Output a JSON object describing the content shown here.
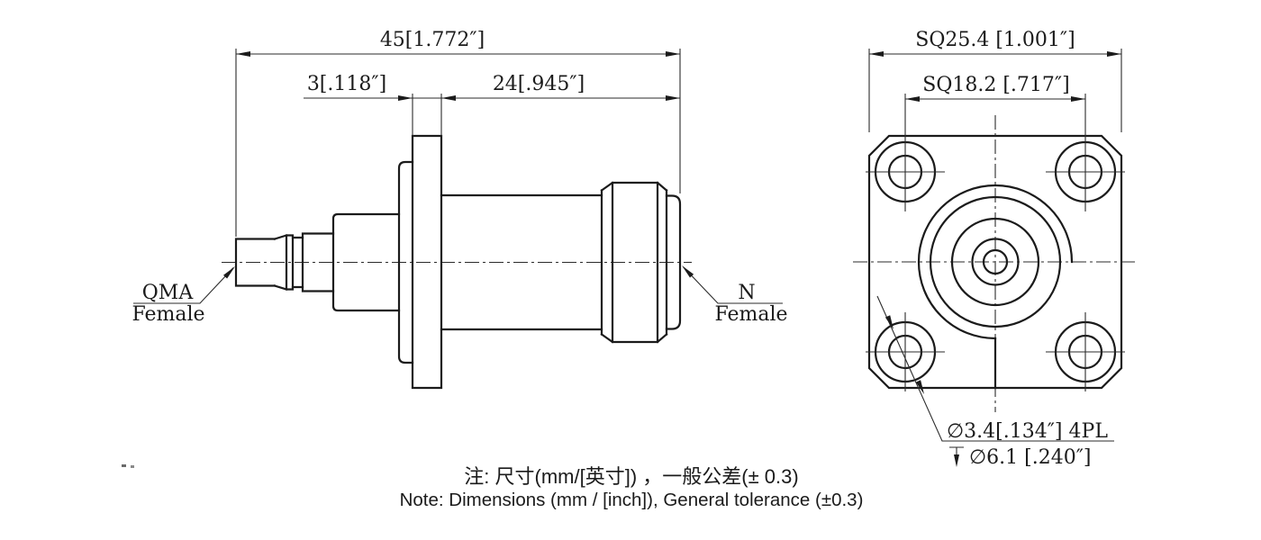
{
  "side_view": {
    "dim_overall": "45[1.772″]",
    "dim_flange_thickness": "3[.118″]",
    "dim_coupling_length": "24[.945″]",
    "left_connector": {
      "line1": "QMA",
      "line2": "Female"
    },
    "right_connector": {
      "line1": "N",
      "line2": "Female"
    }
  },
  "front_view": {
    "dim_flange_square": "SQ25.4 [1.001″]",
    "dim_hole_pattern": "SQ18.2 [.717″]",
    "note_hole": "∅3.4[.134″] 4PL",
    "note_counterbore": "∅6.1 [.240″]"
  },
  "notes": {
    "line1": "注: 尺寸(mm/[英寸]) ，一般公差(± 0.3)",
    "line2": "Note: Dimensions (mm / [inch]), General tolerance (±0.3)"
  },
  "colors": {
    "line": "#1b1b1b",
    "background": "#ffffff"
  }
}
